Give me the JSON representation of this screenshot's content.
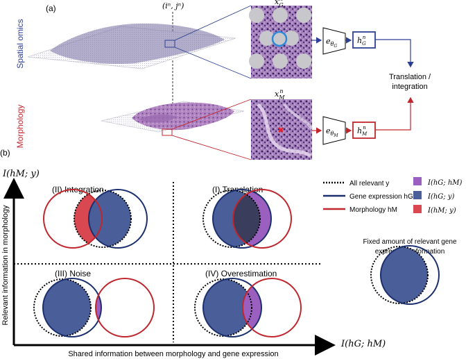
{
  "panel_a": {
    "label": "(a)",
    "coord_label": "(iⁿ, jⁿ)",
    "row_top": {
      "label": "Spatial omics",
      "color": "#2c3f93",
      "patch_label": "x",
      "patch_sub": "G",
      "patch_sup": "n",
      "encoder": "e",
      "encoder_sub": "θ",
      "encoder_subsub": "G",
      "embed": "h",
      "embed_sub": "G",
      "embed_sup": "n"
    },
    "row_bottom": {
      "label": "Morphology",
      "color": "#c0262d",
      "patch_label": "x",
      "patch_sub": "M",
      "patch_sup": "n",
      "encoder": "e",
      "encoder_sub": "θ",
      "encoder_subsub": "M",
      "embed": "h",
      "embed_sub": "M",
      "embed_sup": "n"
    },
    "output_line1": "Translation /",
    "output_line2": "integration"
  },
  "panel_b": {
    "label": "(b)",
    "y_axis_label": "Relevant information in morphology",
    "y_axis_math": "I(hM; y)",
    "x_axis_label": "Shared information between morphology and gene expression",
    "x_axis_math": "I(hG; hM)",
    "quadrants": [
      {
        "id": "integration",
        "title": "(II) Integration"
      },
      {
        "id": "translation",
        "title": "(I) Translation"
      },
      {
        "id": "noise",
        "title": "(III) Noise"
      },
      {
        "id": "overestimation",
        "title": "(IV) Overestimation"
      }
    ],
    "legend": {
      "lines": [
        {
          "label": "All relevant y",
          "style": "dotted"
        },
        {
          "label": "Gene expression hG",
          "color": "#1b2f6e"
        },
        {
          "label": "Morphology hM",
          "color": "#c0262d"
        }
      ],
      "swatches": [
        {
          "label": "I(hG; hM)",
          "color": "#9b5fc0"
        },
        {
          "label": "I(hG; y)",
          "color": "#4a5f99"
        },
        {
          "label": "I(hM; y)",
          "color": "#d94850"
        }
      ]
    },
    "fixed_note_line1": "Fixed amount of relevant gene",
    "fixed_note_line2": "expression information"
  },
  "colors": {
    "gene": "#1b2f6e",
    "morph": "#c0262d",
    "gene_fill": "#4a5f99",
    "overlap_purple": "#9b5fc0",
    "morph_fill": "#d94850",
    "tissue": "#8e5aa0"
  }
}
